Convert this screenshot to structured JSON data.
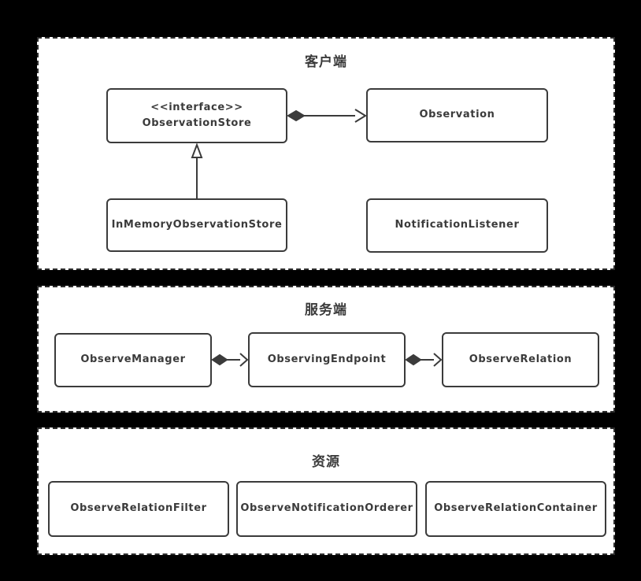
{
  "diagram": {
    "colors": {
      "background": "#000000",
      "panel_fill": "#ffffff",
      "stroke": "#3b3b3b",
      "text": "#3b3b3b"
    },
    "sections": {
      "client": {
        "title": "客户端",
        "nodes": {
          "observation_store": {
            "stereotype": "<<interface>>",
            "name": "ObservationStore"
          },
          "observation": {
            "name": "Observation"
          },
          "in_memory_observation_store": {
            "name": "InMemoryObservationStore"
          },
          "notification_listener": {
            "name": "NotificationListener"
          }
        }
      },
      "server": {
        "title": "服务端",
        "nodes": {
          "observe_manager": {
            "name": "ObserveManager"
          },
          "observing_endpoint": {
            "name": "ObservingEndpoint"
          },
          "observe_relation": {
            "name": "ObserveRelation"
          }
        }
      },
      "resources": {
        "title": "资源",
        "nodes": {
          "observe_relation_filter": {
            "name": "ObserveRelationFilter"
          },
          "observe_notification_orderer": {
            "name": "ObserveNotificationOrderer"
          },
          "observe_relation_container": {
            "name": "ObserveRelationContainer"
          }
        }
      }
    },
    "relations": [
      {
        "type": "aggregation",
        "from": "ObservationStore",
        "to": "Observation"
      },
      {
        "type": "realization",
        "from": "InMemoryObservationStore",
        "to": "ObservationStore"
      },
      {
        "type": "aggregation",
        "from": "ObserveManager",
        "to": "ObservingEndpoint"
      },
      {
        "type": "aggregation",
        "from": "ObservingEndpoint",
        "to": "ObserveRelation"
      }
    ]
  }
}
